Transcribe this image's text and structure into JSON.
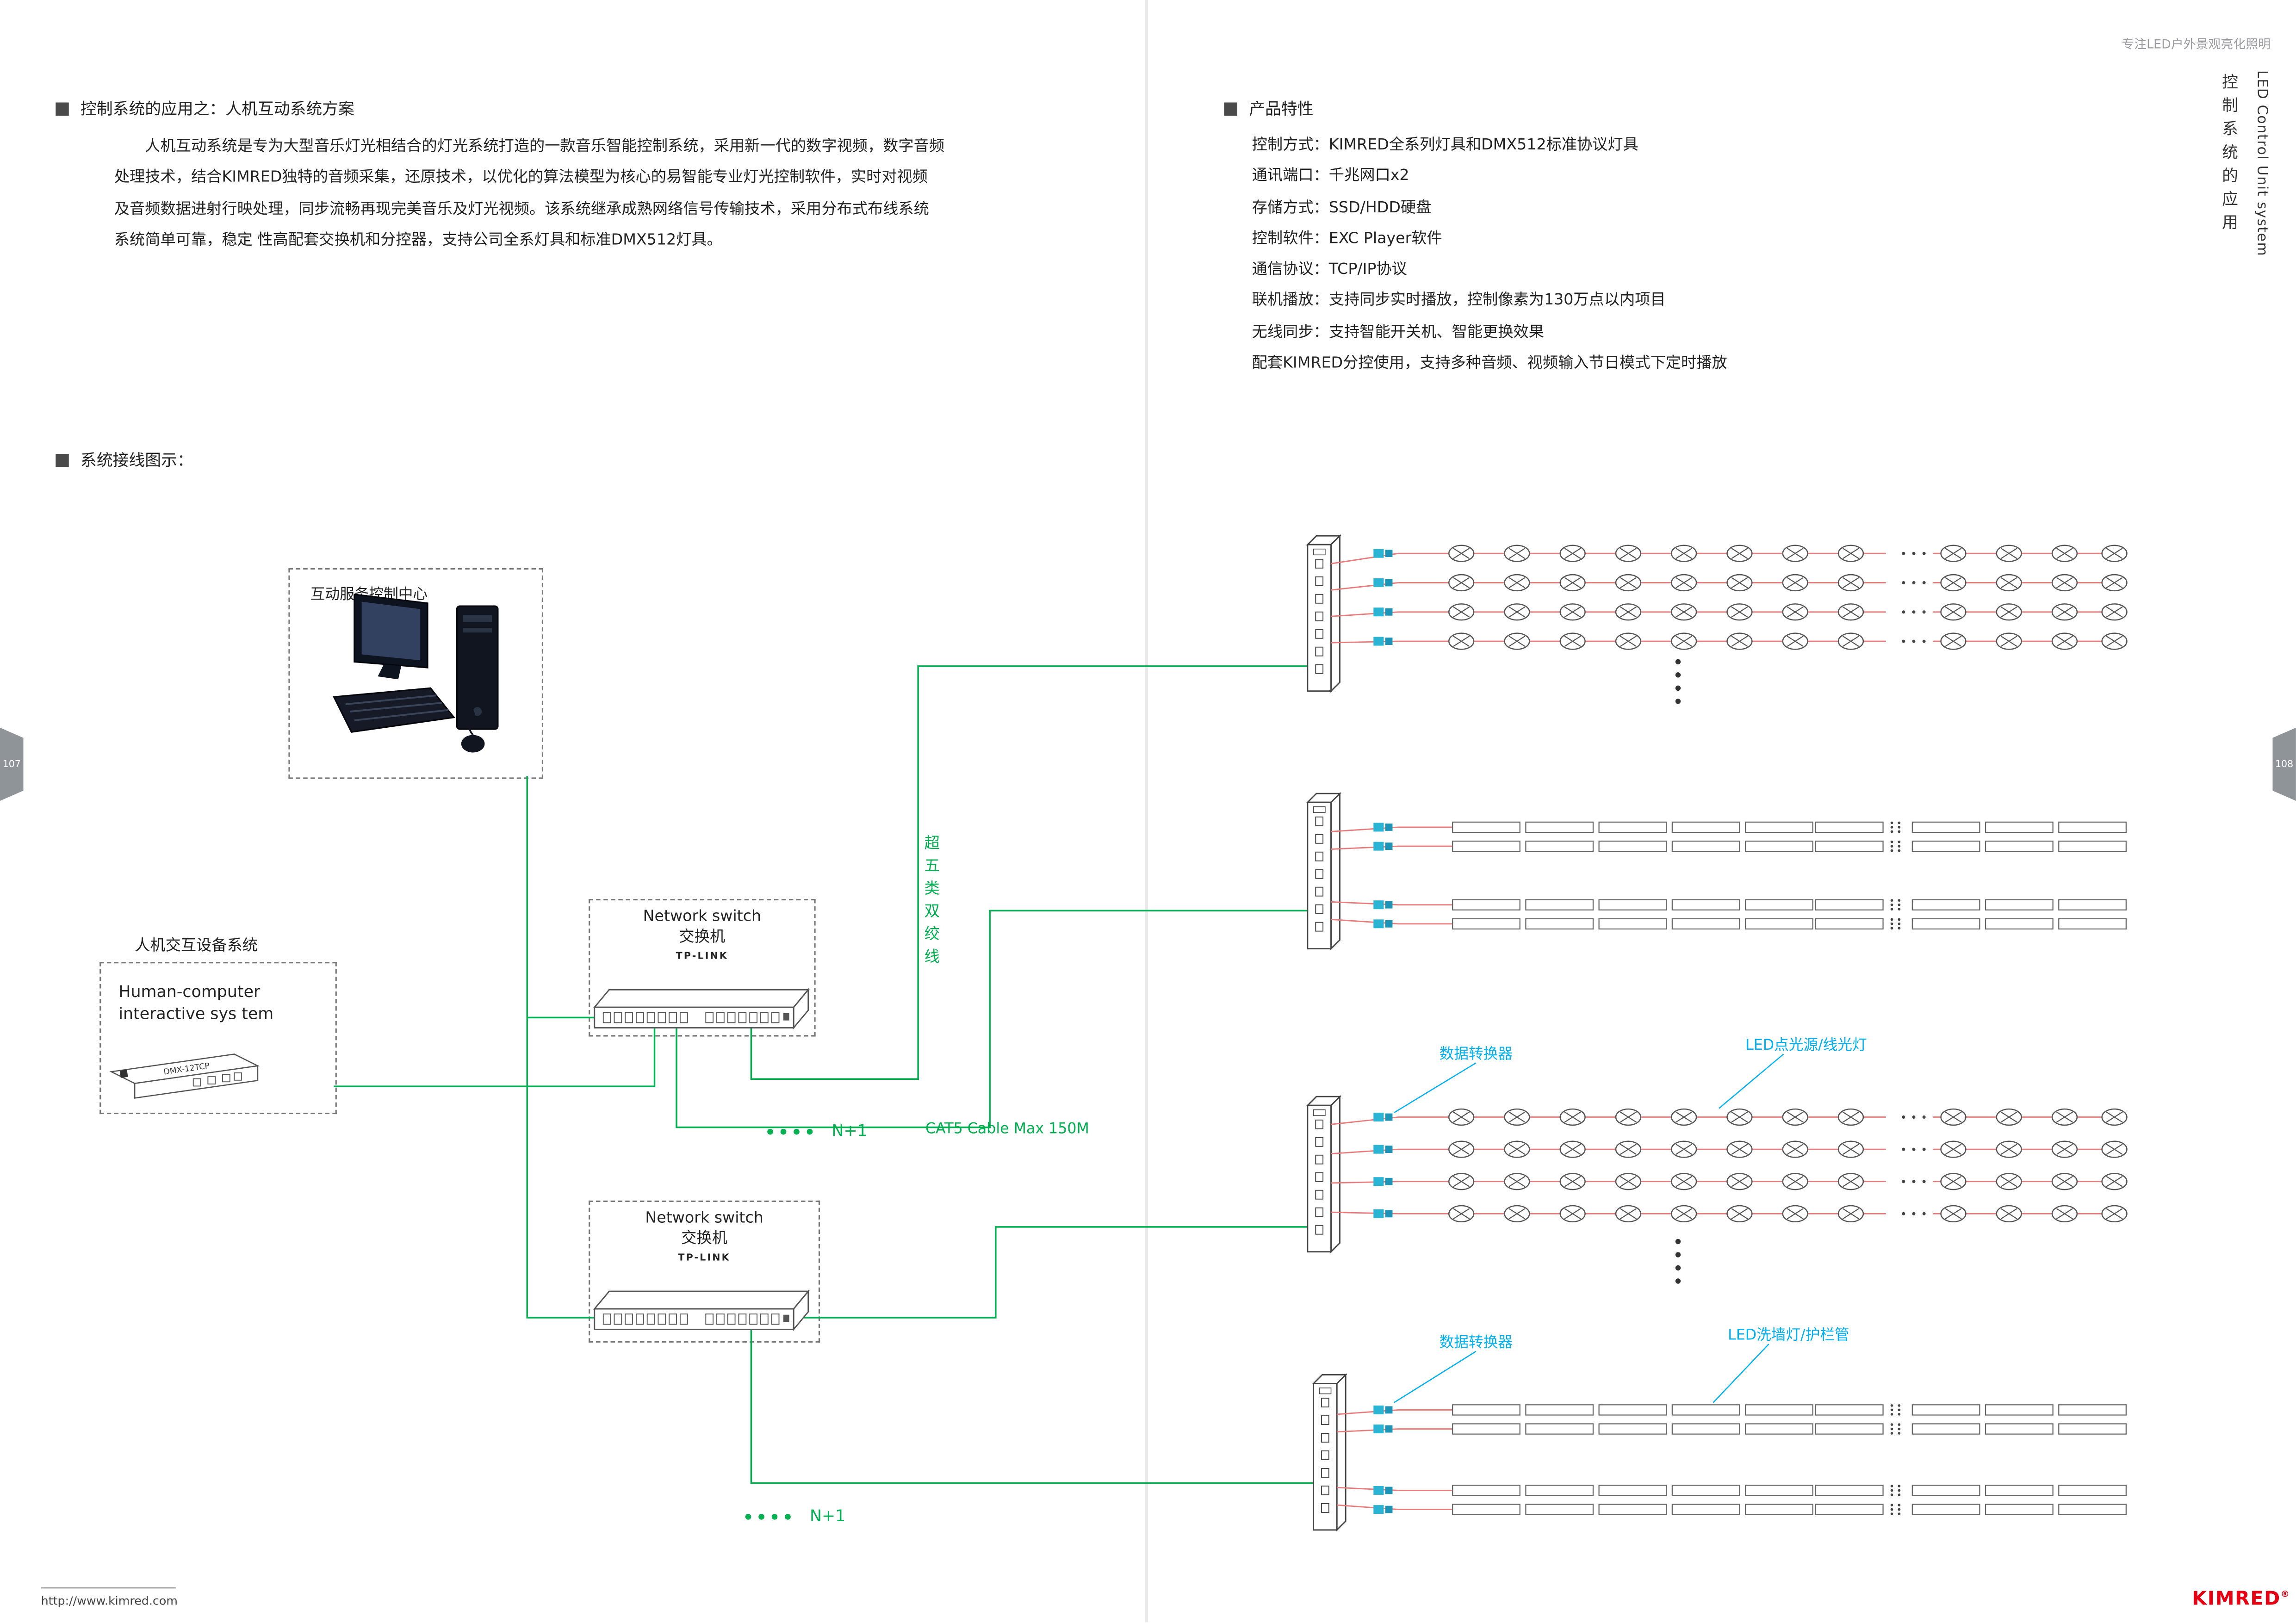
{
  "page": {
    "top_right_note": "专注LED户外景观亮化照明",
    "side_tab_cn": "控制系统的应用",
    "side_tab_en": "LED Control Unit system",
    "page_left": "107",
    "page_right": "108",
    "footer_url": "http://www.kimred.com",
    "brand": "KIMRED",
    "brand_reg": "®"
  },
  "intro": {
    "title": "控制系统的应用之：人机互动系统方案",
    "body": "人机互动系统是专为大型音乐灯光相结合的灯光系统打造的一款音乐智能控制系统，采用新一代的数字视频，数字音频\n处理技术，结合KIMRED独特的音频采集，还原技术，以优化的算法模型为核心的易智能专业灯光控制软件，实时对视频\n及音频数据进射行映处理，同步流畅再现完美音乐及灯光视频。该系统继承成熟网络信号传输技术，采用分布式布线系统\n系统简单可靠，稳定 性高配套交换机和分控器，支持公司全系灯具和标准DMX512灯具。"
  },
  "features": {
    "title": "产品特性",
    "items": [
      "控制方式：KIMRED全系列灯具和DMX512标准协议灯具",
      "通讯端口：千兆网口x2",
      "存储方式：SSD/HDD硬盘",
      "控制软件：EXC Player软件",
      "通信协议：TCP/IP协议",
      "联机播放：支持同步实时播放，控制像素为130万点以内项目",
      "无线同步：支持智能开关机、智能更换效果",
      "配套KIMRED分控使用，支持多种音频、视频输入节日模式下定时播放"
    ]
  },
  "diagram": {
    "title": "系统接线图示：",
    "control_center_label": "互动服务控制中心",
    "hci_label": "人机交互设备系统",
    "hci_box_text": "Human-computer interactive sys tem",
    "dmx_label": "DMX-12TCP",
    "switch": {
      "name": "Network switch",
      "cn": "交换机",
      "brand": "TP-LINK"
    },
    "cat5_vertical": "超五类双绞线",
    "cat5_label": "CAT5 Cable Max 150M",
    "n_plus_1": "N+1",
    "labels": {
      "data_converter": "数据转换器",
      "point_light": "LED点光源/线光灯",
      "wash_light": "LED洗墙灯/护栏管"
    },
    "colors": {
      "wire_green": "#00B050",
      "wire_red": "#E87C7C",
      "label_cyan": "#00B0F0",
      "connector_teal": "#2AB5D5",
      "brand_red": "#E60012"
    }
  }
}
